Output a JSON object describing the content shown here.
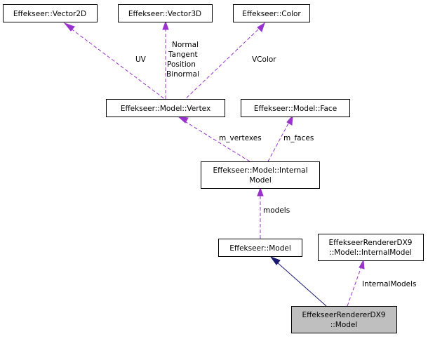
{
  "colors": {
    "usage_edge": "#9a32cd",
    "inherit_edge": "#191970",
    "current_node_fill": "#bfbfbf"
  },
  "nodes": {
    "vector2d": [
      "Effekseer::Vector2D"
    ],
    "vector3d": [
      "Effekseer::Vector3D"
    ],
    "color": [
      "Effekseer::Color"
    ],
    "vertex": [
      "Effekseer::Model::Vertex"
    ],
    "face": [
      "Effekseer::Model::Face"
    ],
    "internal_model": [
      "Effekseer::Model::Internal",
      "Model"
    ],
    "model": [
      "Effekseer::Model"
    ],
    "dx9_internal_model": [
      "EffekseerRendererDX9",
      "::Model::InternalModel"
    ],
    "dx9_model": [
      "EffekseerRendererDX9",
      "::Model"
    ]
  },
  "edges": {
    "uv": [
      "UV"
    ],
    "vector3d_members": [
      "Normal",
      "Tangent",
      "Position",
      "Binormal"
    ],
    "vcolor": [
      "VColor"
    ],
    "m_vertexes": [
      "m_vertexes"
    ],
    "m_faces": [
      "m_faces"
    ],
    "models": [
      "models"
    ],
    "internal_models": [
      "InternalModels"
    ]
  }
}
